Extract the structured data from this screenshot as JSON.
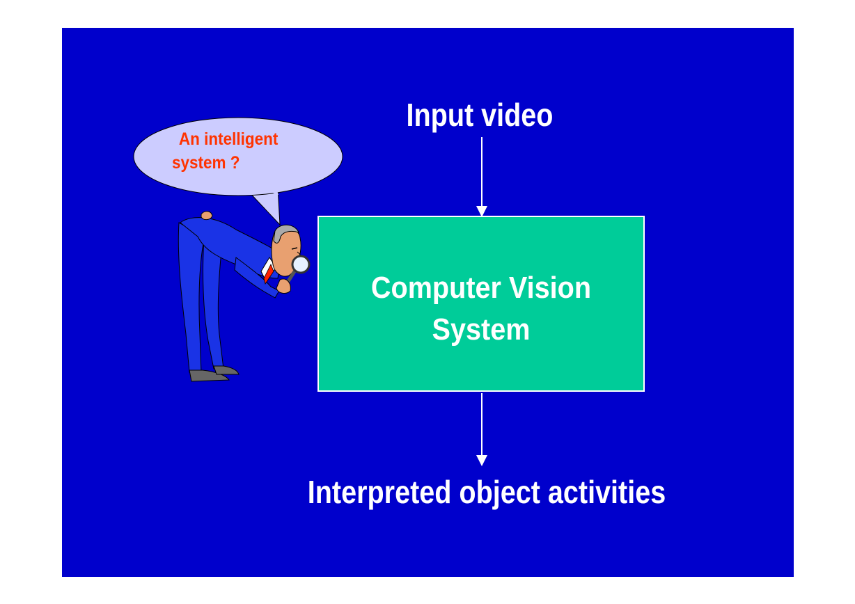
{
  "slide": {
    "background_color": "#0000cc",
    "input_label": "Input video",
    "system_box": {
      "line1": "Computer Vision",
      "line2": "System",
      "color": "#00cc99"
    },
    "output_label": "Interpreted object activities"
  },
  "speech_bubble": {
    "line1": "An intelligent",
    "line2": "system ?",
    "fill_color": "#ccccff",
    "text_color": "#ff3300"
  },
  "figure": {
    "icon": "inspector-with-magnifier-icon"
  }
}
